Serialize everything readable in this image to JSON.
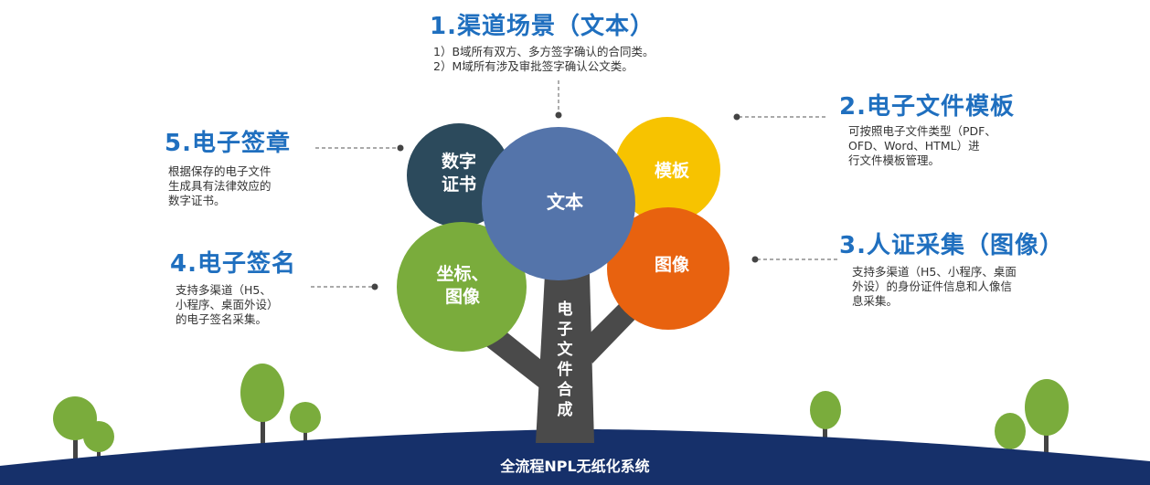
{
  "sections": {
    "channel": {
      "title": "1.渠道场景（文本）",
      "lines": [
        "1）B域所有双方、多方签字确认的合同类。",
        "2）M域所有涉及审批签字确认公文类。"
      ]
    },
    "template": {
      "title": "2.电子文件模板",
      "lines": [
        "可按照电子文件类型（PDF、",
        "OFD、Word、HTML）进",
        "行文件模板管理。"
      ]
    },
    "capture": {
      "title": "3.人证采集（图像）",
      "lines": [
        "支持多渠道（H5、小程序、桌面",
        "外设）的身份证件信息和人像信",
        "息采集。"
      ]
    },
    "signature": {
      "title": "4.电子签名",
      "lines": [
        "支持多渠道（H5、",
        "小程序、桌面外设）",
        "的电子签名采集。"
      ]
    },
    "seal": {
      "title": "5.电子签章",
      "lines": [
        "根据保存的电子文件",
        "生成具有法律效应的",
        "数字证书。"
      ]
    }
  },
  "tree": {
    "nodes": {
      "cert": [
        "数字",
        "证书"
      ],
      "text": "文本",
      "template": "模板",
      "image": "图像",
      "coords": [
        "坐标、",
        "图像"
      ]
    },
    "trunk_label": [
      "电",
      "子",
      "文",
      "件",
      "合",
      "成"
    ]
  },
  "footer": {
    "label": "全流程NPL无纸化系统"
  },
  "colors": {
    "heading": "#1f6fbf",
    "cert": "#2c4a5c",
    "text": "#5474aa",
    "template": "#f7c300",
    "image": "#e8620f",
    "coords": "#7aac3c",
    "trunk": "#4a4a4a",
    "ground": "#16306a",
    "small_tree": "#7aac3c"
  }
}
